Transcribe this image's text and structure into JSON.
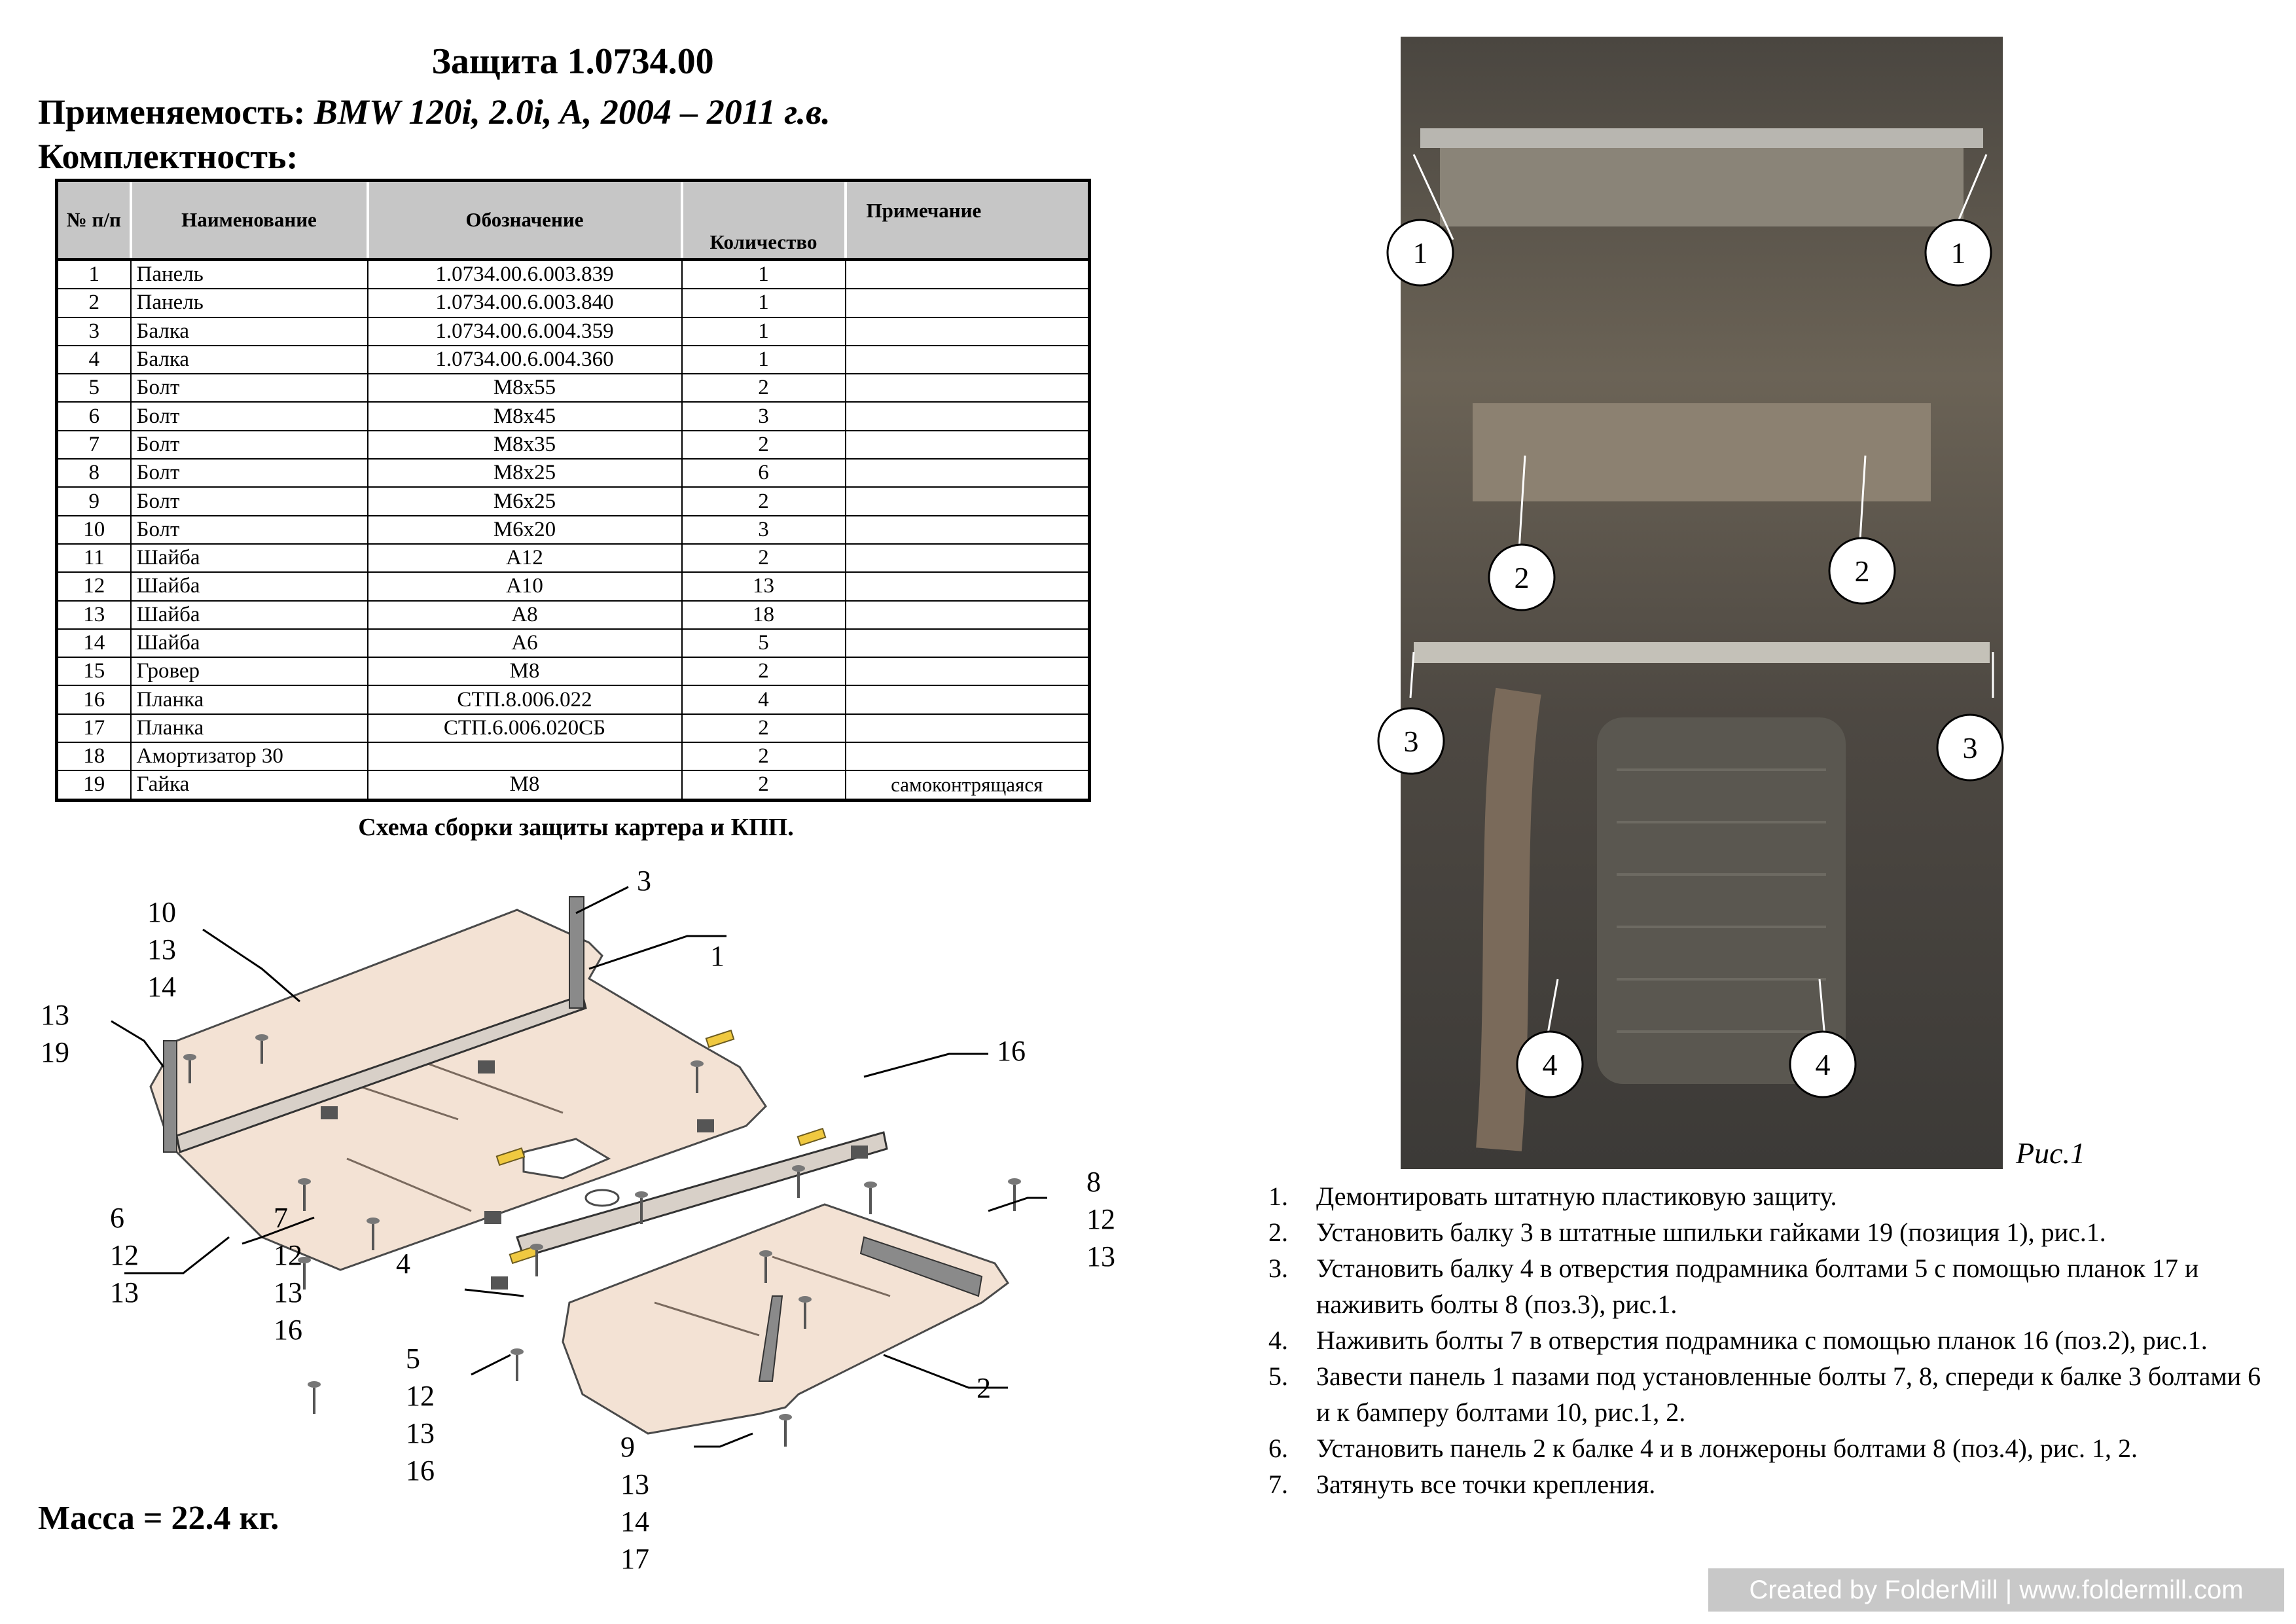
{
  "header": {
    "title": "Защита 1.0734.00",
    "applicability_label": "Применяемость:",
    "applicability_value": "BMW 120i, 2.0i, A, 2004 – 2011 г.в.",
    "completeness_label": "Комплектность:"
  },
  "parts_table": {
    "columns": [
      "№ п/п",
      "Наименование",
      "Обозначение",
      "Количество",
      "Примечание"
    ],
    "rows": [
      {
        "no": "1",
        "name": "Панель",
        "code": "1.0734.00.6.003.839",
        "qty": "1",
        "note": ""
      },
      {
        "no": "2",
        "name": "Панель",
        "code": "1.0734.00.6.003.840",
        "qty": "1",
        "note": ""
      },
      {
        "no": "3",
        "name": "Балка",
        "code": "1.0734.00.6.004.359",
        "qty": "1",
        "note": ""
      },
      {
        "no": "4",
        "name": "Балка",
        "code": "1.0734.00.6.004.360",
        "qty": "1",
        "note": ""
      },
      {
        "no": "5",
        "name": "Болт",
        "code": "M8x55",
        "qty": "2",
        "note": ""
      },
      {
        "no": "6",
        "name": "Болт",
        "code": "M8x45",
        "qty": "3",
        "note": ""
      },
      {
        "no": "7",
        "name": "Болт",
        "code": "M8x35",
        "qty": "2",
        "note": ""
      },
      {
        "no": "8",
        "name": "Болт",
        "code": "M8x25",
        "qty": "6",
        "note": ""
      },
      {
        "no": "9",
        "name": "Болт",
        "code": "M6x25",
        "qty": "2",
        "note": ""
      },
      {
        "no": "10",
        "name": "Болт",
        "code": "M6x20",
        "qty": "3",
        "note": ""
      },
      {
        "no": "11",
        "name": "Шайба",
        "code": "A12",
        "qty": "2",
        "note": ""
      },
      {
        "no": "12",
        "name": "Шайба",
        "code": "A10",
        "qty": "13",
        "note": ""
      },
      {
        "no": "13",
        "name": "Шайба",
        "code": "A8",
        "qty": "18",
        "note": ""
      },
      {
        "no": "14",
        "name": "Шайба",
        "code": "A6",
        "qty": "5",
        "note": ""
      },
      {
        "no": "15",
        "name": "Гровер",
        "code": "M8",
        "qty": "2",
        "note": ""
      },
      {
        "no": "16",
        "name": "Планка",
        "code": "СТП.8.006.022",
        "qty": "4",
        "note": ""
      },
      {
        "no": "17",
        "name": "Планка",
        "code": "СТП.6.006.020СБ",
        "qty": "2",
        "note": ""
      },
      {
        "no": "18",
        "name": "Амортизатор 30",
        "code": "",
        "qty": "2",
        "note": ""
      },
      {
        "no": "19",
        "name": "Гайка",
        "code": "M8",
        "qty": "2",
        "note": "самоконтрящаяся"
      }
    ]
  },
  "scheme": {
    "title": "Схема сборки защиты картера и КПП.",
    "callouts": {
      "c3": "3",
      "c1": "1",
      "c10": [
        "10",
        "13",
        "14"
      ],
      "c13": [
        "13",
        "19"
      ],
      "c16": "16",
      "c6": [
        "6",
        "12",
        "13"
      ],
      "c7": [
        "7",
        "12",
        "13",
        "16"
      ],
      "c4": "4",
      "c8": [
        "8",
        "12",
        "13"
      ],
      "c2": "2",
      "c5": [
        "5",
        "12",
        "13",
        "16"
      ],
      "c9": [
        "9",
        "13",
        "14",
        "17"
      ]
    }
  },
  "mass": "Масса = 22.4 кг.",
  "photo": {
    "caption": "Рис.1",
    "markers": [
      "1",
      "1",
      "2",
      "2",
      "3",
      "3",
      "4",
      "4"
    ]
  },
  "instructions": [
    {
      "num": "1.",
      "text": "Демонтировать штатную пластиковую защиту."
    },
    {
      "num": "2.",
      "text": "Установить балку 3 в штатные шпильки гайками 19 (позиция 1), рис.1."
    },
    {
      "num": "3.",
      "text": "Установить балку 4 в отверстия подрамника болтами 5 с помощью планок 17 и наживить болты 8 (поз.3), рис.1."
    },
    {
      "num": "4.",
      "text": "Наживить болты 7 в отверстия подрамника с помощью планок 16 (поз.2), рис.1."
    },
    {
      "num": "5.",
      "text": "Завести панель 1 пазами под установленные болты 7, 8, спереди к балке 3 болтами 6 и к бамперу болтами 10, рис.1, 2."
    },
    {
      "num": "6.",
      "text": "Установить панель 2 к балке 4 и в лонжероны болтами 8 (поз.4), рис. 1, 2."
    },
    {
      "num": "7.",
      "text": "Затянуть все точки крепления."
    }
  ],
  "watermark": "Created by FolderMill | www.foldermill.com"
}
